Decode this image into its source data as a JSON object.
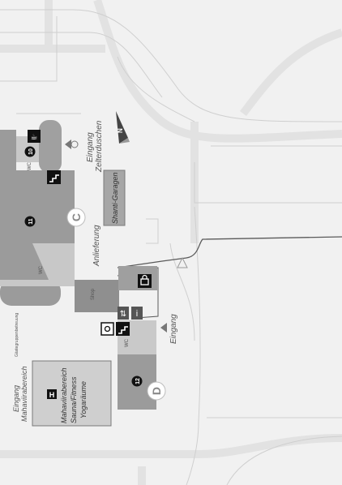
{
  "map": {
    "labels": {
      "eingang_zelterduschen_1": "Eingang",
      "eingang_zelterduschen_2": "Zelterduschen",
      "shanti_garagen": "Shanti-Garagen",
      "anlieferung": "Anlieferung",
      "shop": "Shop",
      "wc_top": "WC",
      "wc_mid": "WC",
      "wc_bottom": "WC",
      "eingang_right": "Eingang",
      "gaestebetreuung": "Gästegruppenbetreuung",
      "eingang_maha_1": "Eingang",
      "eingang_maha_2": "Mahaviirabereich",
      "maha_block_1": "Mahaviirabereich",
      "maha_block_2": "Sauna/Fitness",
      "maha_block_3": "Yogaräume",
      "compass": "N"
    },
    "markers": {
      "building_c": "C",
      "building_d": "D",
      "num_10": "10",
      "num_11": "11",
      "num_12": "12"
    },
    "colors": {
      "background": "#f1f1f1",
      "path": "#e4e4e4",
      "building_dark": "#9b9b9b",
      "building_light": "#c9c9c9",
      "outline": "#555555"
    }
  }
}
